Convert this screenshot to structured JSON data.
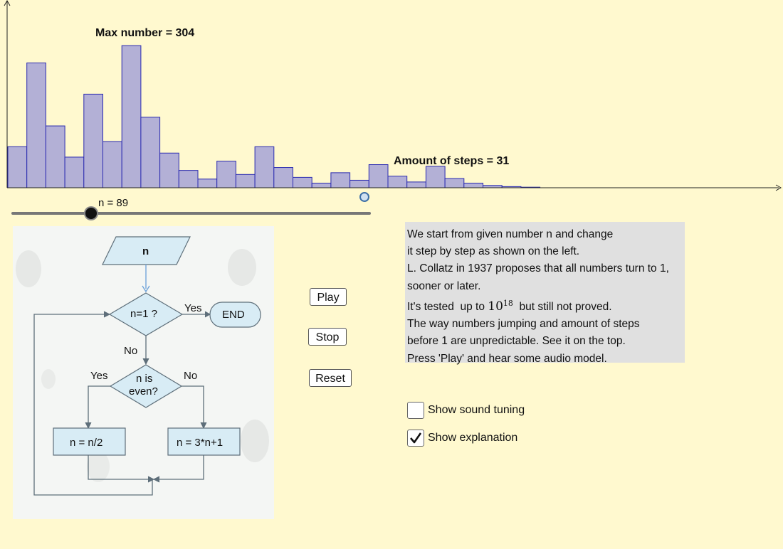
{
  "chart_data": {
    "type": "bar",
    "values": [
      71,
      216,
      107,
      53,
      162,
      80,
      246,
      122,
      60,
      30,
      15,
      46,
      23,
      71,
      35,
      18,
      8,
      26,
      13,
      40,
      20,
      10,
      37,
      16,
      8,
      4,
      2,
      1
    ],
    "ylim": [
      0,
      304
    ],
    "annotations": {
      "max": "Max number = 304",
      "steps": "Amount of steps = 31"
    }
  },
  "slider": {
    "label": "n = 89",
    "value": 89
  },
  "flowchart": {
    "input": "n",
    "decision1": "n=1 ?",
    "yes1": "Yes",
    "end": "END",
    "no1": "No",
    "decision2_line1": "n is",
    "decision2_line2": "even?",
    "yes2": "Yes",
    "no2": "No",
    "left_box": "n = n/2",
    "right_box": "n = 3*n+1"
  },
  "buttons": {
    "play": "Play",
    "stop": "Stop",
    "reset": "Reset"
  },
  "explanation": {
    "line1": "We start from given number n and change",
    "line2": "it step by step as shown on the left.",
    "line3": "L. Collatz in 1937 proposes that all numbers turn to 1,",
    "line4": "sooner or later.",
    "line5a": "It's tested  up to ",
    "line5_base": "10",
    "line5_exp": "18",
    "line5b": "  but still not proved.",
    "line6": "The way numbers jumping and amount of steps",
    "line7": "before 1 are unpredictable. See it on the top.",
    "line8": "Press 'Play' and hear some audio model."
  },
  "checkboxes": {
    "sound": {
      "label": "Show sound tuning",
      "checked": false
    },
    "explain": {
      "label": "Show explanation",
      "checked": true
    }
  },
  "colors": {
    "bar_fill": "#b3b0d6",
    "bar_stroke": "#2a2ab0",
    "background": "#fff9cf",
    "flow_fill": "#d8ecf5",
    "flow_stroke": "#5e6f7a"
  }
}
